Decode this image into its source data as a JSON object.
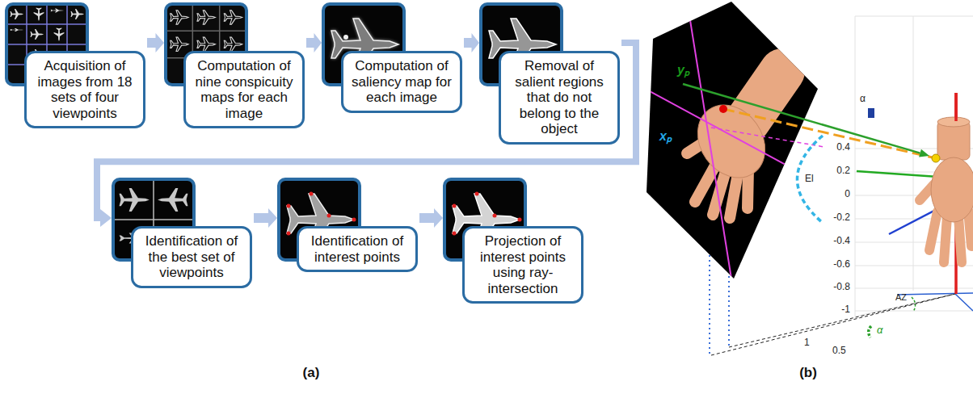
{
  "diagram": {
    "nodes": [
      {
        "text": [
          "Acquisition of images from 18 sets of four viewpoints"
        ]
      },
      {
        "text": [
          "Computation of nine conspicuity maps for each image"
        ]
      },
      {
        "text": [
          "Computation of saliency map for each image"
        ]
      },
      {
        "text": [
          "Removal of salient regions that do not belong to the object"
        ]
      },
      {
        "text": [
          "Identification of the best set of viewpoints"
        ]
      },
      {
        "text": [
          "Identification of interest points"
        ]
      },
      {
        "text": [
          "Projection of interest points using ray-intersection"
        ]
      }
    ],
    "edges": [
      {
        "from": 0,
        "to": 1,
        "arrow": "to"
      },
      {
        "from": 1,
        "to": 2,
        "arrow": "to"
      },
      {
        "from": 2,
        "to": 3,
        "arrow": "to"
      },
      {
        "from": 3,
        "to": 4,
        "arrow": "to"
      },
      {
        "from": 4,
        "to": 5,
        "arrow": "to"
      },
      {
        "from": 5,
        "to": 6,
        "arrow": "to"
      }
    ],
    "labels": [
      "(a)",
      "(b)",
      "yₚ",
      "xₚ",
      "α",
      "El",
      "0.4",
      "0.2",
      "0",
      "-0.2",
      "-0.4",
      "-0.6",
      "-0.8",
      "-1",
      "1",
      "0.5",
      "AZ",
      "α"
    ]
  }
}
